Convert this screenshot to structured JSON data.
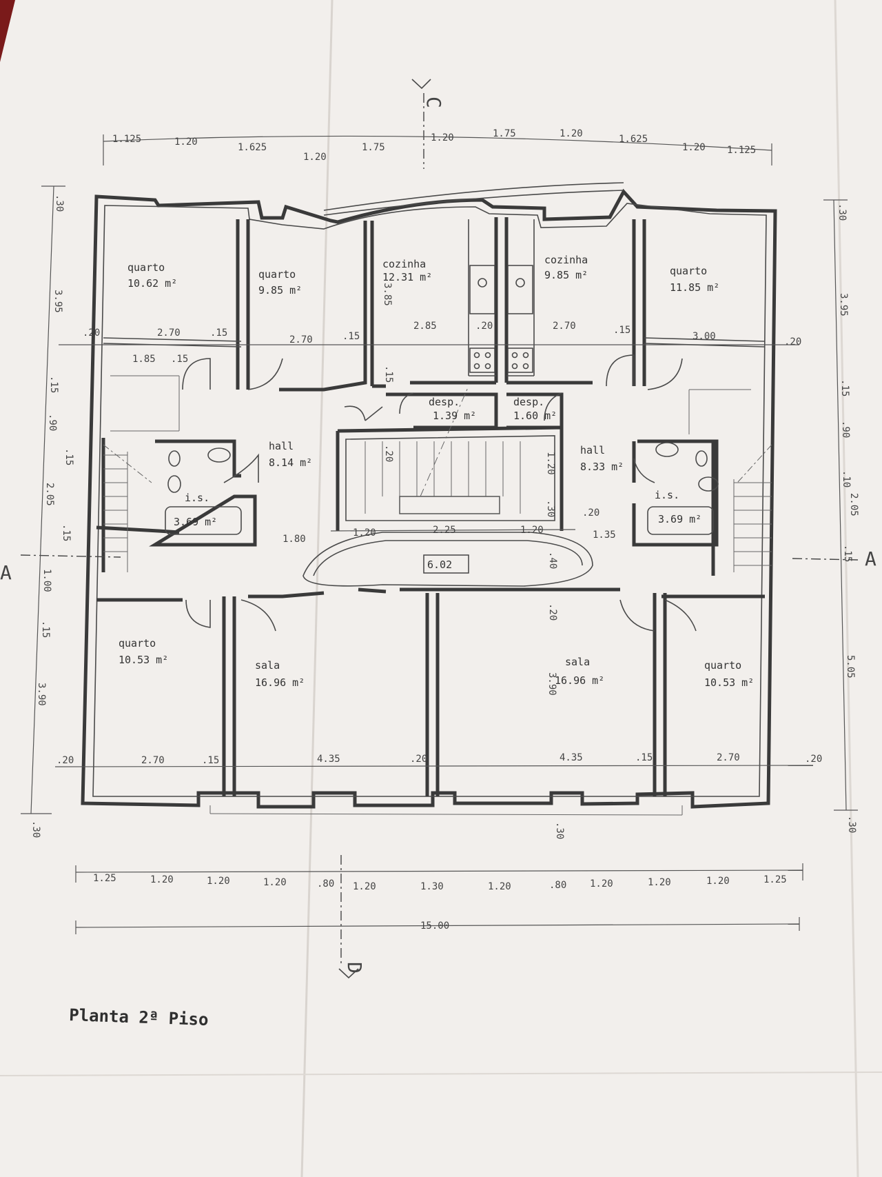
{
  "drawing": {
    "title": "Planta 2ª Piso",
    "section_marks": [
      "C",
      "A",
      "A",
      "D"
    ],
    "center_area": "6.02"
  },
  "rooms": [
    {
      "name": "quarto",
      "area": "10.62 m²"
    },
    {
      "name": "quarto",
      "area": "9.85 m²"
    },
    {
      "name": "cozinha",
      "area": "12.31 m²"
    },
    {
      "name": "cozinha",
      "area": "9.85 m²"
    },
    {
      "name": "quarto",
      "area": "11.85 m²"
    },
    {
      "name": "desp.",
      "area": "1.39 m²"
    },
    {
      "name": "desp.",
      "area": "1.60 m²"
    },
    {
      "name": "hall",
      "area": "8.14 m²"
    },
    {
      "name": "hall",
      "area": "8.33 m²"
    },
    {
      "name": "i.s.",
      "area": "3.69 m²"
    },
    {
      "name": "i.s.",
      "area": "3.69 m²"
    },
    {
      "name": "quarto",
      "area": "10.53 m²"
    },
    {
      "name": "sala",
      "area": "16.96 m²"
    },
    {
      "name": "sala",
      "area": "16.96 m²"
    },
    {
      "name": "quarto",
      "area": "10.53 m²"
    }
  ],
  "dimensions": {
    "top": [
      "1.125",
      "1.20",
      "1.625",
      "1.20",
      "1.75",
      "1.20",
      "1.75",
      "1.20",
      "1.625",
      "1.20",
      "1.125"
    ],
    "bottom": [
      "1.25",
      "1.20",
      "1.20",
      "1.20",
      ".80",
      "1.20",
      "1.30",
      "1.20",
      ".80",
      "1.20",
      "1.20",
      "1.20",
      "1.25"
    ],
    "total": "15.00",
    "left": [
      ".30",
      "3.95",
      ".15",
      ".90",
      ".15",
      "2.05",
      ".15",
      "1.00",
      ".15",
      "3.90",
      ".30"
    ],
    "right": [
      ".30",
      "3.95",
      ".15",
      ".90",
      ".10",
      "2.05",
      ".15",
      "5.05",
      ".30"
    ],
    "upper_row": [
      ".20",
      "2.70",
      ".15",
      "2.70",
      ".15",
      "2.85",
      ".20",
      "2.70",
      ".15",
      "3.00",
      ".20"
    ],
    "lower_row": [
      ".20",
      "2.70",
      ".15",
      "4.35",
      ".20",
      "4.35",
      ".15",
      "2.70",
      ".20"
    ],
    "middle_row": [
      "1.80",
      "1.20",
      "2.25",
      "1.20",
      "1.35"
    ],
    "misc": [
      "1.85",
      ".15",
      "3.85",
      ".15",
      ".20",
      "1.20",
      ".30",
      ".20",
      ".40",
      ".20",
      "3.90",
      ".30"
    ]
  }
}
